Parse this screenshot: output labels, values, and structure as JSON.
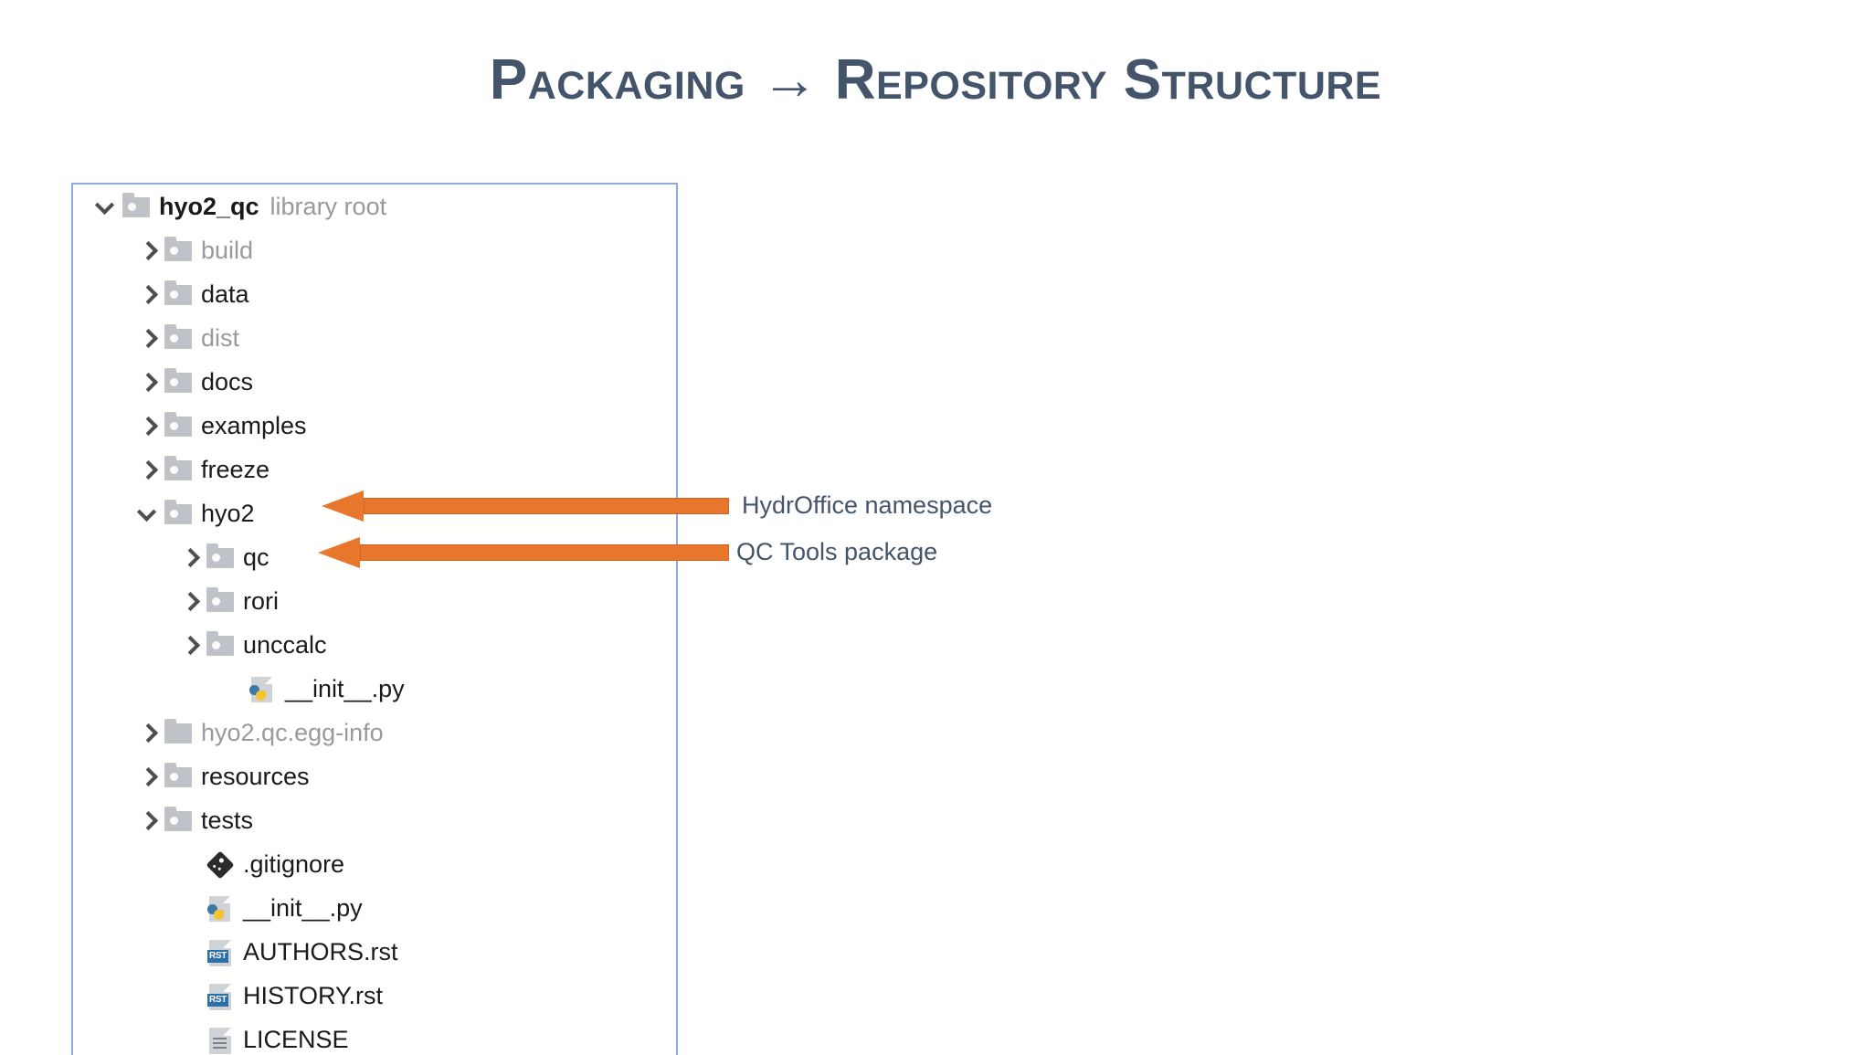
{
  "slide": {
    "title": "Packaging → Repository Structure",
    "title_color": "#44546A",
    "background": "#FFFFFF"
  },
  "tree_panel": {
    "border_color": "#8FAADC",
    "background": "#FFFFFE",
    "rows": [
      {
        "label": "hyo2_qc",
        "hint": "library root",
        "icon": "folder-source-root-icon",
        "twisty": "expanded",
        "depth": 0,
        "muted": false,
        "bold": true
      },
      {
        "label": "build",
        "hint": "",
        "icon": "folder-source-root-icon",
        "twisty": "collapsed",
        "depth": 1,
        "muted": true,
        "bold": false
      },
      {
        "label": "data",
        "hint": "",
        "icon": "folder-source-root-icon",
        "twisty": "collapsed",
        "depth": 1,
        "muted": false,
        "bold": false
      },
      {
        "label": "dist",
        "hint": "",
        "icon": "folder-source-root-icon",
        "twisty": "collapsed",
        "depth": 1,
        "muted": true,
        "bold": false
      },
      {
        "label": "docs",
        "hint": "",
        "icon": "folder-source-root-icon",
        "twisty": "collapsed",
        "depth": 1,
        "muted": false,
        "bold": false
      },
      {
        "label": "examples",
        "hint": "",
        "icon": "folder-source-root-icon",
        "twisty": "collapsed",
        "depth": 1,
        "muted": false,
        "bold": false
      },
      {
        "label": "freeze",
        "hint": "",
        "icon": "folder-source-root-icon",
        "twisty": "collapsed",
        "depth": 1,
        "muted": false,
        "bold": false
      },
      {
        "label": "hyo2",
        "hint": "",
        "icon": "folder-source-root-icon",
        "twisty": "expanded",
        "depth": 1,
        "muted": false,
        "bold": false
      },
      {
        "label": "qc",
        "hint": "",
        "icon": "folder-source-root-icon",
        "twisty": "collapsed",
        "depth": 2,
        "muted": false,
        "bold": false
      },
      {
        "label": "rori",
        "hint": "",
        "icon": "folder-source-root-icon",
        "twisty": "collapsed",
        "depth": 2,
        "muted": false,
        "bold": false
      },
      {
        "label": "unccalc",
        "hint": "",
        "icon": "folder-source-root-icon",
        "twisty": "collapsed",
        "depth": 2,
        "muted": false,
        "bold": false
      },
      {
        "label": "__init__.py",
        "hint": "",
        "icon": "python-file-icon",
        "twisty": "none",
        "depth": 3,
        "muted": false,
        "bold": false
      },
      {
        "label": "hyo2.qc.egg-info",
        "hint": "",
        "icon": "folder-plain-icon",
        "twisty": "collapsed",
        "depth": 1,
        "muted": true,
        "bold": false
      },
      {
        "label": "resources",
        "hint": "",
        "icon": "folder-source-root-icon",
        "twisty": "collapsed",
        "depth": 1,
        "muted": false,
        "bold": false
      },
      {
        "label": "tests",
        "hint": "",
        "icon": "folder-source-root-icon",
        "twisty": "collapsed",
        "depth": 1,
        "muted": false,
        "bold": false
      },
      {
        "label": ".gitignore",
        "hint": "",
        "icon": "git-file-icon",
        "twisty": "none",
        "depth": 2,
        "muted": false,
        "bold": false
      },
      {
        "label": "__init__.py",
        "hint": "",
        "icon": "python-file-icon",
        "twisty": "none",
        "depth": 2,
        "muted": false,
        "bold": false
      },
      {
        "label": "AUTHORS.rst",
        "hint": "",
        "icon": "rst-file-icon",
        "twisty": "none",
        "depth": 2,
        "muted": false,
        "bold": false
      },
      {
        "label": "HISTORY.rst",
        "hint": "",
        "icon": "rst-file-icon",
        "twisty": "none",
        "depth": 2,
        "muted": false,
        "bold": false
      },
      {
        "label": "LICENSE",
        "hint": "",
        "icon": "text-file-icon",
        "twisty": "none",
        "depth": 2,
        "muted": false,
        "bold": false
      }
    ],
    "rst_badge_text": "RST"
  },
  "callouts": {
    "arrow_color": "#E8762C",
    "items": [
      {
        "label": "HydrOffice namespace",
        "target": "hyo2"
      },
      {
        "label": "QC Tools package",
        "target": "qc"
      }
    ]
  }
}
